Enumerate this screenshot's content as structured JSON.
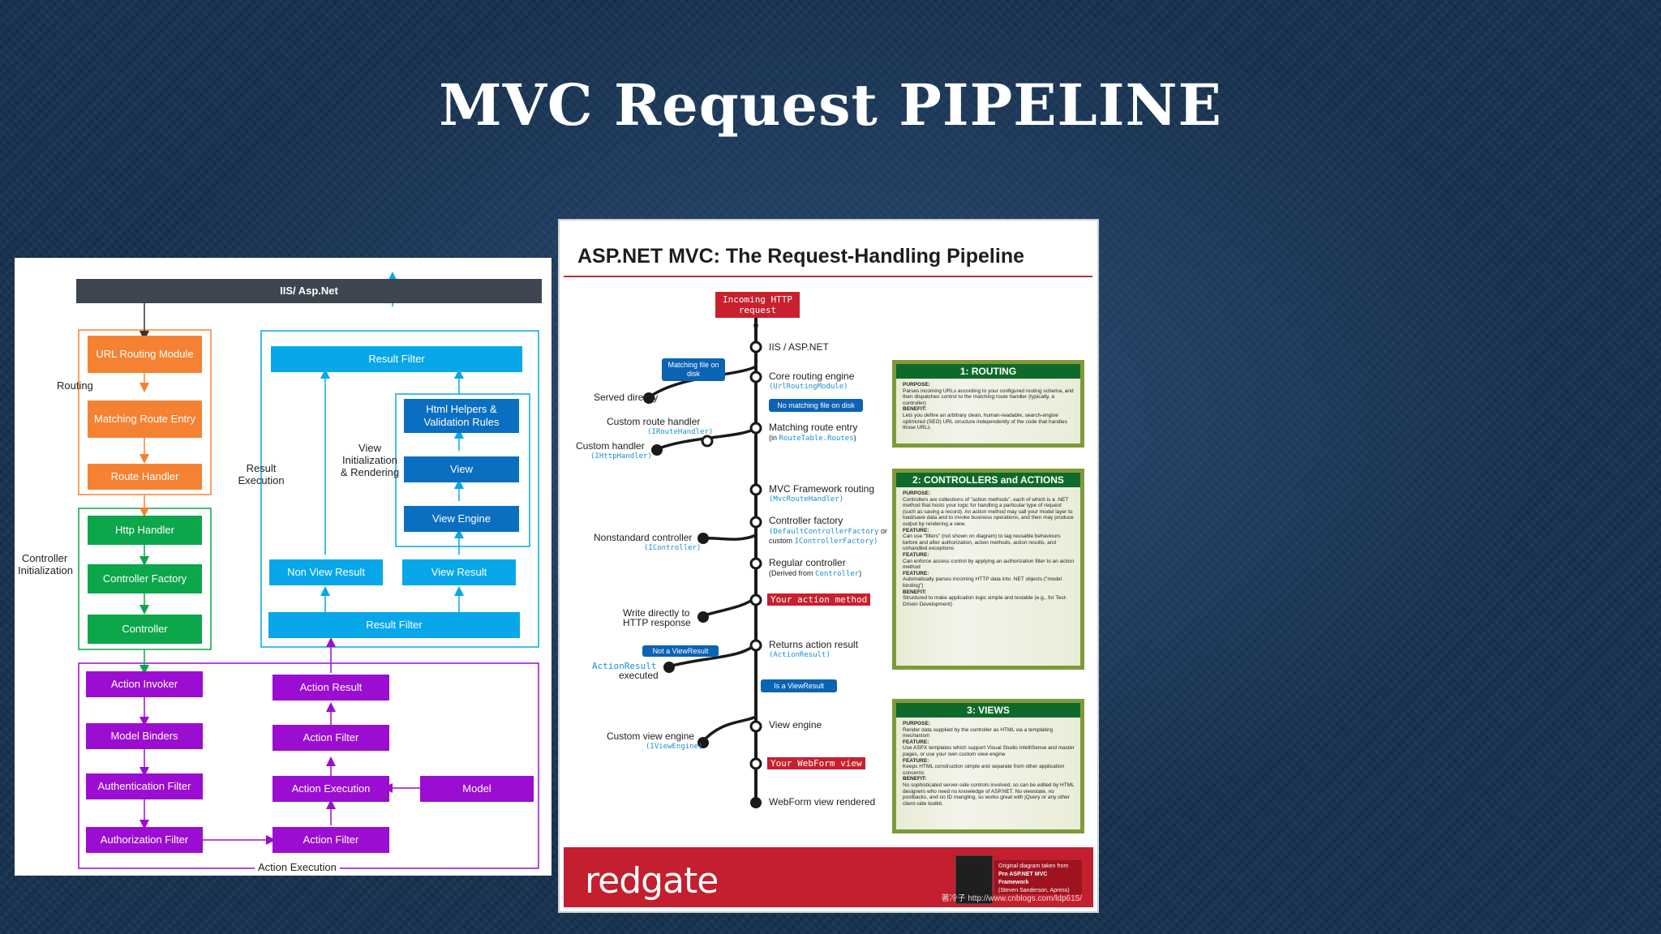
{
  "slide": {
    "title": "MVC Request PIPELINE"
  },
  "left": {
    "top_bar": "IIS/ Asp.Net",
    "routing_label": "Routing",
    "controller_init_label": "Controller Initialization",
    "result_exec_label": "Result Execution",
    "view_init_label": "View Initialization & Rendering",
    "action_exec_label": "Action Execution",
    "boxes": {
      "url_routing": "URL Routing Module",
      "matching_route": "Matching Route Entry",
      "route_handler": "Route Handler",
      "http_handler": "Http Handler",
      "controller_factory": "Controller Factory",
      "controller": "Controller",
      "result_filter_top": "Result Filter",
      "html_helpers": "Html Helpers & Validation Rules",
      "view": "View",
      "view_engine": "View Engine",
      "non_view_result": "Non View Result",
      "view_result": "View Result",
      "result_filter_bottom": "Result Filter",
      "action_invoker": "Action Invoker",
      "model_binders": "Model Binders",
      "authentication_filter": "Authentication Filter",
      "authorization_filter": "Authorization Filter",
      "action_result": "Action Result",
      "action_filter_top": "Action Filter",
      "action_execution": "Action Execution",
      "action_filter_bottom": "Action Filter",
      "model": "Model"
    }
  },
  "right": {
    "title": "ASP.NET MVC: The Request-Handling Pipeline",
    "incoming": "Incoming HTTP request",
    "nodes": {
      "iis": "IIS / ASP.NET",
      "core_routing": "Core routing engine",
      "core_routing_code": "(UrlRoutingModule)",
      "matching_route": "Matching route entry",
      "matching_route_code_pre": "(in ",
      "matching_route_code": "RouteTable.Routes",
      "matching_route_code_post": ")",
      "mvc_routing": "MVC Framework routing",
      "mvc_routing_code": "(MvcRouteHandler)",
      "controller_factory": "Controller factory",
      "controller_factory_code": "(DefaultControllerFactory",
      "controller_factory_or": " or",
      "controller_factory_custom": "custom ",
      "controller_factory_code2": "IControllerFactory)",
      "regular_controller": "Regular controller",
      "regular_controller_sub_pre": "(Derived from ",
      "regular_controller_code": "Controller",
      "regular_controller_sub_post": ")",
      "your_action": "Your action method",
      "returns_result": "Returns action result",
      "returns_result_code": "(ActionResult)",
      "view_engine": "View engine",
      "your_webform": "Your WebForm view",
      "webform_rendered": "WebForm view rendered"
    },
    "branches": {
      "served_directly": "Served directly",
      "custom_route_handler": "Custom route handler",
      "custom_route_handler_code": "(IRouteHandler)",
      "custom_handler": "Custom handler",
      "custom_handler_code": "(IHttpHandler)",
      "nonstandard_controller": "Nonstandard controller",
      "nonstandard_controller_code": "(IController)",
      "write_directly_1": "Write directly to",
      "write_directly_2": "HTTP response",
      "actionresult_code": "ActionResult",
      "actionresult_executed": "executed",
      "custom_view_engine": "Custom view engine",
      "custom_view_engine_code": "(IViewEngine)"
    },
    "callouts": {
      "matching_file": "Matching file on disk",
      "no_matching_file": "No matching file on disk",
      "not_viewresult": "Not a ViewResult",
      "is_viewresult": "Is a ViewResult"
    },
    "sections": [
      {
        "heading": "1: ROUTING",
        "blocks": [
          {
            "label": "PURPOSE:",
            "text": "Parses incoming URLs according to your configured routing schema, and then dispatches control to the matching route handler (typically, a controller)"
          },
          {
            "label": "BENEFIT:",
            "text": "Lets you define an arbitrary clean, human-readable, search-engine optimized (SEO) URL structure independently of the code that handles those URLs"
          }
        ]
      },
      {
        "heading": "2: CONTROLLERS and ACTIONS",
        "blocks": [
          {
            "label": "PURPOSE:",
            "text": "Controllers are collections of \"action methods\", each of which is a .NET method that hosts your logic for handling a particular type of request (such as saving a record). An action method may call your model layer to load/save data and to invoke business operations, and then may produce output by rendering a view."
          },
          {
            "label": "FEATURE:",
            "text": "Can use \"filters\" (not shown on diagram) to tag reusable behaviours before and after authorization, action methods, action results, and unhandled exceptions"
          },
          {
            "label": "FEATURE:",
            "text": "Can enforce access control by applying an authorization filter to an action method"
          },
          {
            "label": "FEATURE:",
            "text": "Automatically parses incoming HTTP data into .NET objects (\"model binding\")"
          },
          {
            "label": "BENEFIT:",
            "text": "Structured to make application logic simple and testable (e.g., for Test-Driven Development)"
          }
        ]
      },
      {
        "heading": "3: VIEWS",
        "blocks": [
          {
            "label": "PURPOSE:",
            "text": "Render data supplied by the controller as HTML via a templating mechanism"
          },
          {
            "label": "FEATURE:",
            "text": "Use ASPX templates which support Visual Studio IntelliSense and master pages, or use your own custom view engine"
          },
          {
            "label": "FEATURE:",
            "text": "Keeps HTML construction simple and separate from other application concerns"
          },
          {
            "label": "BENEFIT:",
            "text": "No sophisticated server-side controls involved, so can be edited by HTML designers who need no knowledge of ASP.NET. No viewstate, no postbacks, and no ID mangling, so works great with jQuery or any other client-side toolkit."
          }
        ]
      }
    ],
    "footer": {
      "brand": "redgate",
      "credit_1": "Original diagram taken from",
      "credit_2": "Pro ASP.NET MVC Framework",
      "credit_3": "(Steven Sanderson, Apress)",
      "watermark": "著冷子 http://www.cnblogs.com/ldp615/"
    }
  },
  "colors": {
    "orange": "#f58233",
    "green": "#0ca64b",
    "blue": "#07a7e9",
    "dark_blue": "#0a6fc1",
    "purple": "#9b0dd1",
    "red": "#c8202e",
    "section_green": "#0e6a2a"
  }
}
